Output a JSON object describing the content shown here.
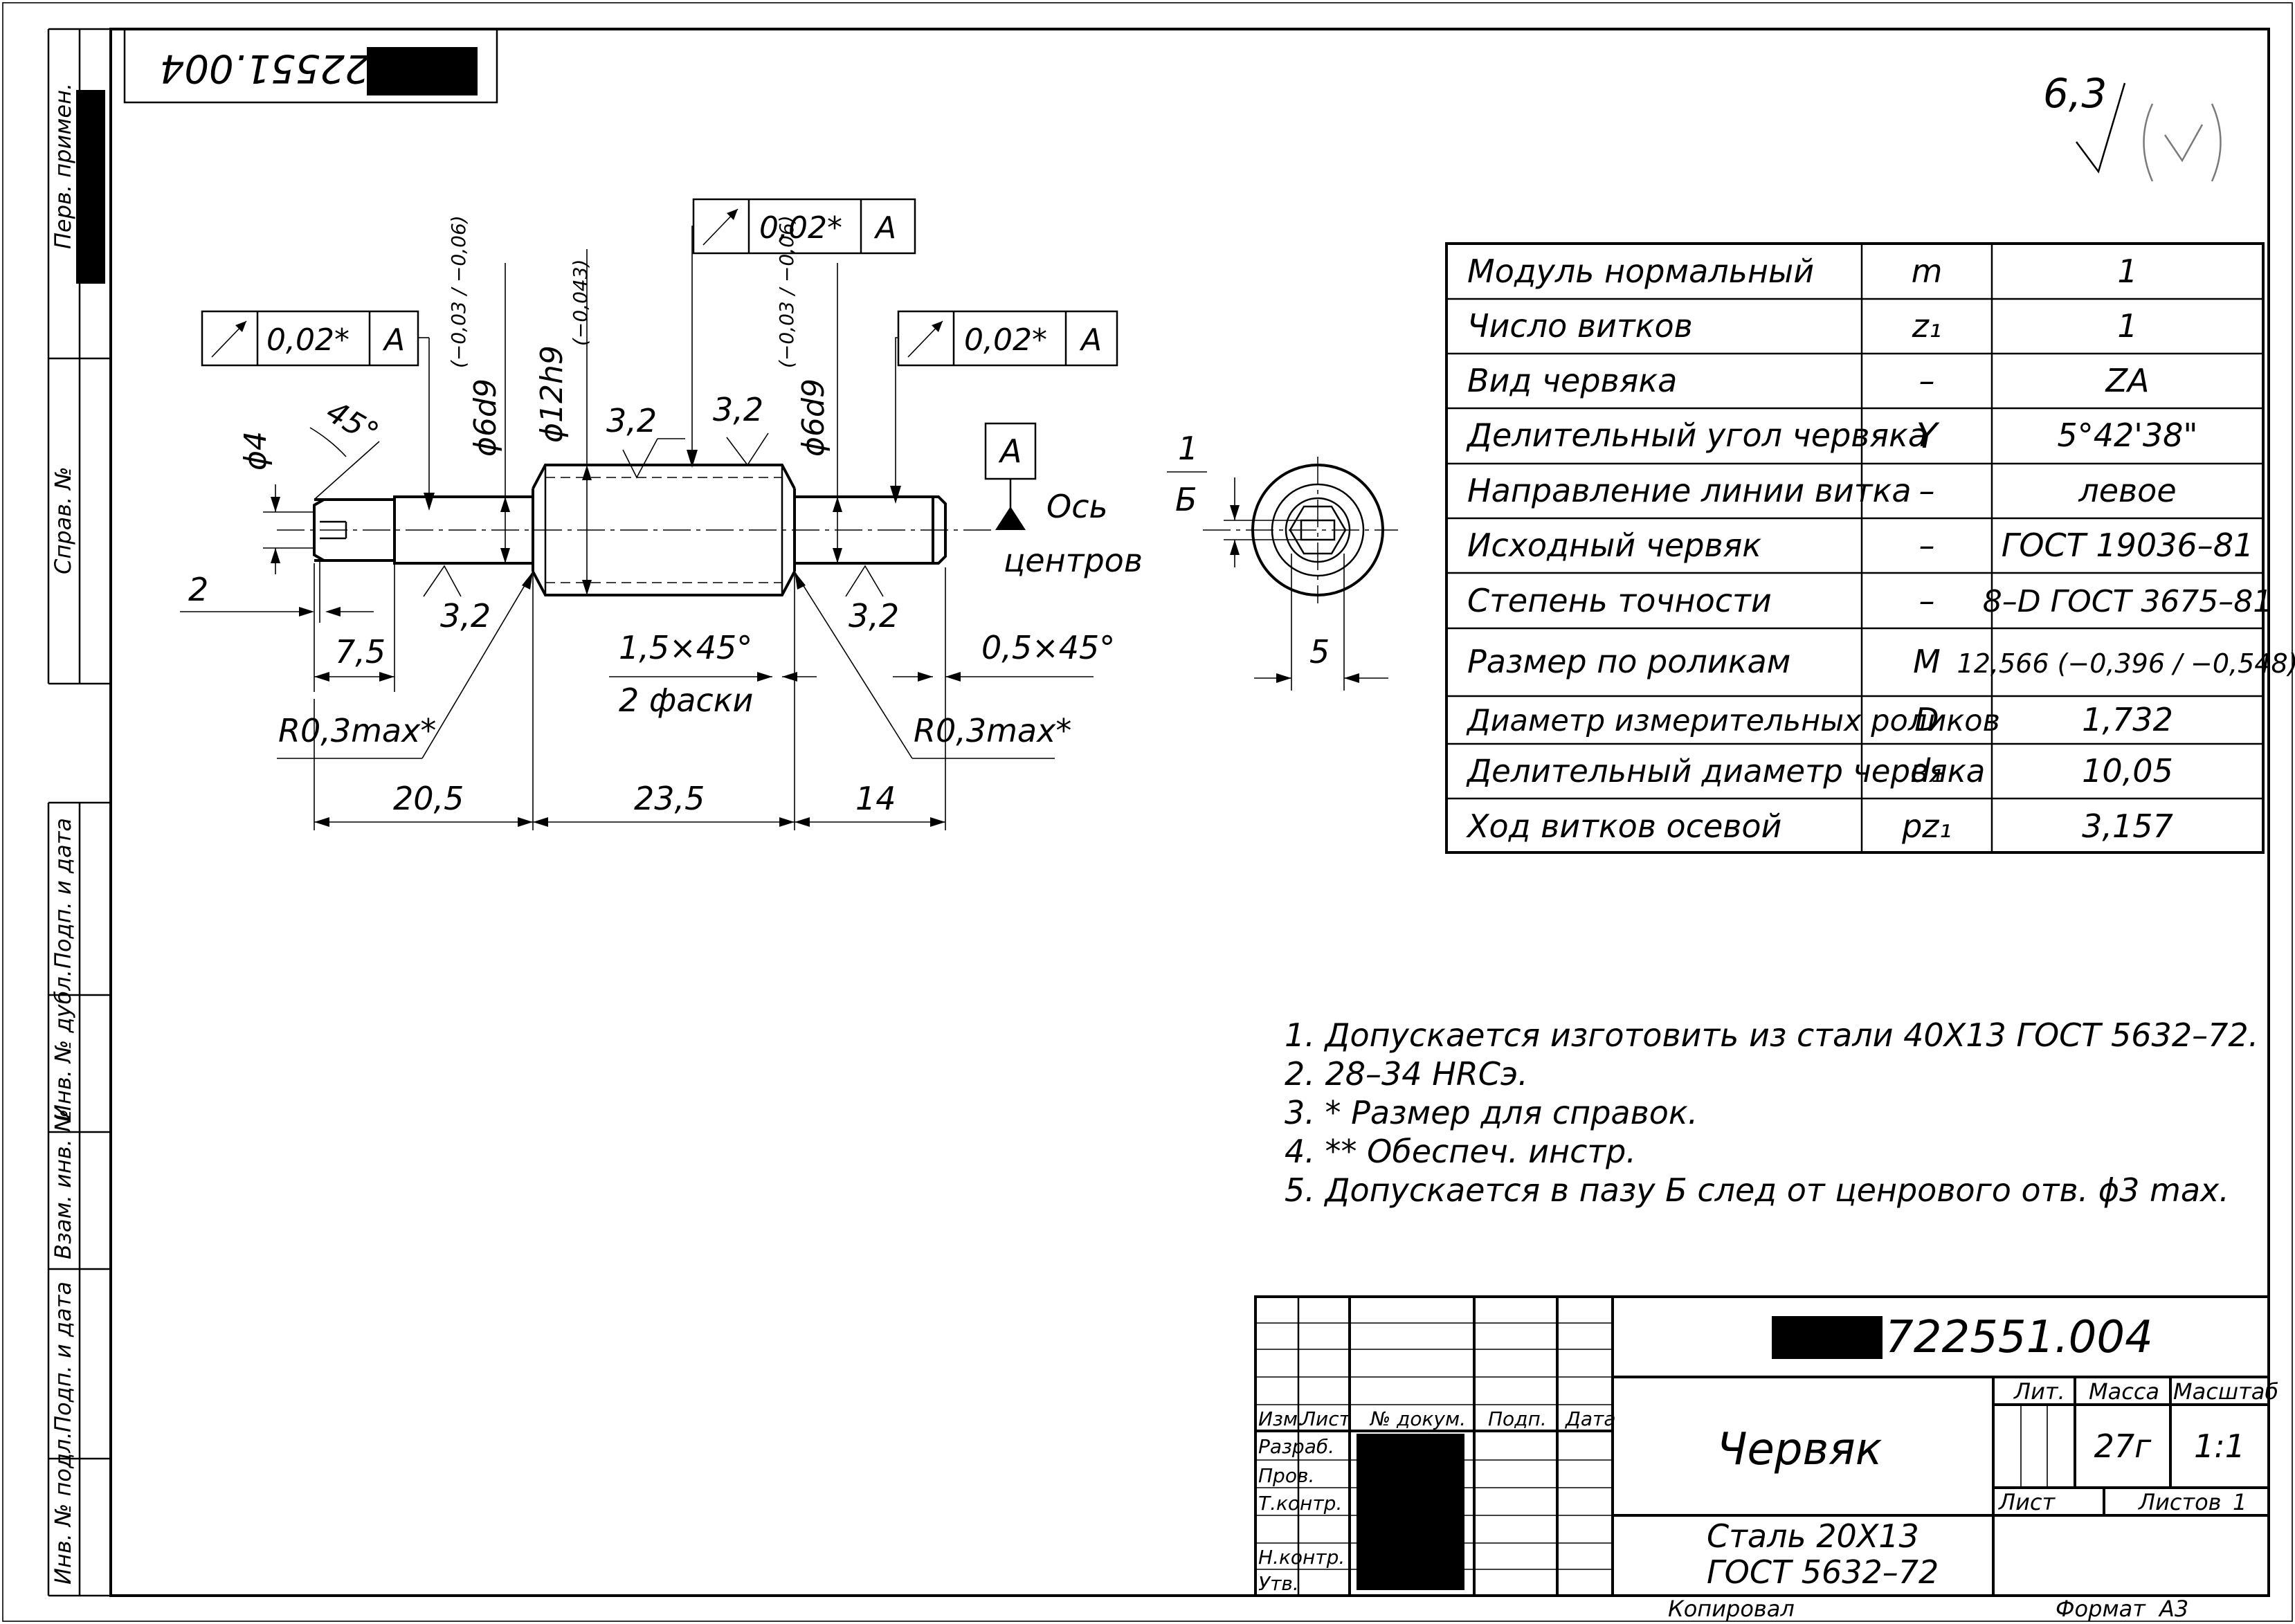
{
  "drawing_number_top": "722551.004",
  "roughness": {
    "value": "6,3"
  },
  "gdt": {
    "left": {
      "value": "0,02*",
      "datum": "A"
    },
    "center": {
      "value": "0,02*",
      "datum": "A"
    },
    "right": {
      "value": "0,02*",
      "datum": "A"
    }
  },
  "datum_label": "A",
  "axis_label": [
    "Ось",
    "центров"
  ],
  "dims": {
    "d4": "ϕ4",
    "angle45": "45°",
    "d6d9_left": "ϕ6d9",
    "d6d9_left_tol": "(−0,03 / −0,06)",
    "d12h9": "ϕ12h9",
    "d12h9_tol": "(−0,043)",
    "d6d9_right": "ϕ6d9",
    "d6d9_right_tol": "(−0,03 / −0,06)",
    "rough_a": "3,2",
    "rough_b": "3,2",
    "rough_c": "3,2",
    "rough_d": "3,2",
    "two": "2",
    "seven5": "7,5",
    "chamfer1": "1,5×45°",
    "chamfer1_note": "2 фаски",
    "chamfer2": "0,5×45°",
    "r_left": "R0,3max*",
    "r_right": "R0,3max*",
    "l1": "20,5",
    "l2": "23,5",
    "l3": "14"
  },
  "section": {
    "label_num": "1",
    "label_letter": "Б",
    "width": "5"
  },
  "params": [
    {
      "name": "Модуль нормальный",
      "sym": "m",
      "val": "1"
    },
    {
      "name": "Число витков",
      "sym": "z₁",
      "val": "1"
    },
    {
      "name": "Вид червяка",
      "sym": "–",
      "val": "ZA"
    },
    {
      "name": "Делительный угол червяка",
      "sym": "Y",
      "val": "5°42'38\""
    },
    {
      "name": "Направление линии витка",
      "sym": "–",
      "val": "левое"
    },
    {
      "name": "Исходный червяк",
      "sym": "–",
      "val": "ГОСТ 19036–81"
    },
    {
      "name": "Степень точности",
      "sym": "–",
      "val": "8–D ГОСТ 3675–81"
    },
    {
      "name": "Размер по роликам",
      "sym": "M",
      "val": "12,566 (−0,396 / −0,548)"
    },
    {
      "name": "Диаметр измерительных роликов",
      "sym": "D",
      "val": "1,732"
    },
    {
      "name": "Делительный диаметр червяка",
      "sym": "d₁",
      "val": "10,05"
    },
    {
      "name": "Ход витков осевой",
      "sym": "pz₁",
      "val": "3,157"
    }
  ],
  "notes": [
    "1.  Допускается изготовить из стали 40Х13  ГОСТ 5632–72.",
    "2.  28–34 HRCэ.",
    "3.   * Размер для справок.",
    "4.   ** Обеспеч. инстр.",
    "5.  Допускается в пазу Б след от ценрового отв. ϕ3 max."
  ],
  "side_labels": [
    "Перв. примен.",
    "Справ. №",
    "Подп. и дата",
    "Инв. № дубл.",
    "Взам. инв. №",
    "Подп. и дата",
    "Инв. № подл."
  ],
  "title_block": {
    "number": "722551.004",
    "name": "Червяк",
    "material_1": "Сталь 20Х13",
    "material_2": "ГОСТ 5632–72",
    "header_cols": [
      "Изм.",
      "Лист",
      "№ докум.",
      "Подп.",
      "Дата"
    ],
    "roles": [
      "Разраб.",
      "Пров.",
      "Т.контр.",
      "Н.контр.",
      "Утв."
    ],
    "lit": "Лит.",
    "mass_label": "Масса",
    "scale_label": "Масштаб",
    "mass": "27г",
    "scale": "1:1",
    "sheet": "Лист",
    "sheets": "Листов",
    "sheets_count": "1",
    "copied": "Копировал",
    "format": "Формат",
    "format_value": "А3"
  }
}
